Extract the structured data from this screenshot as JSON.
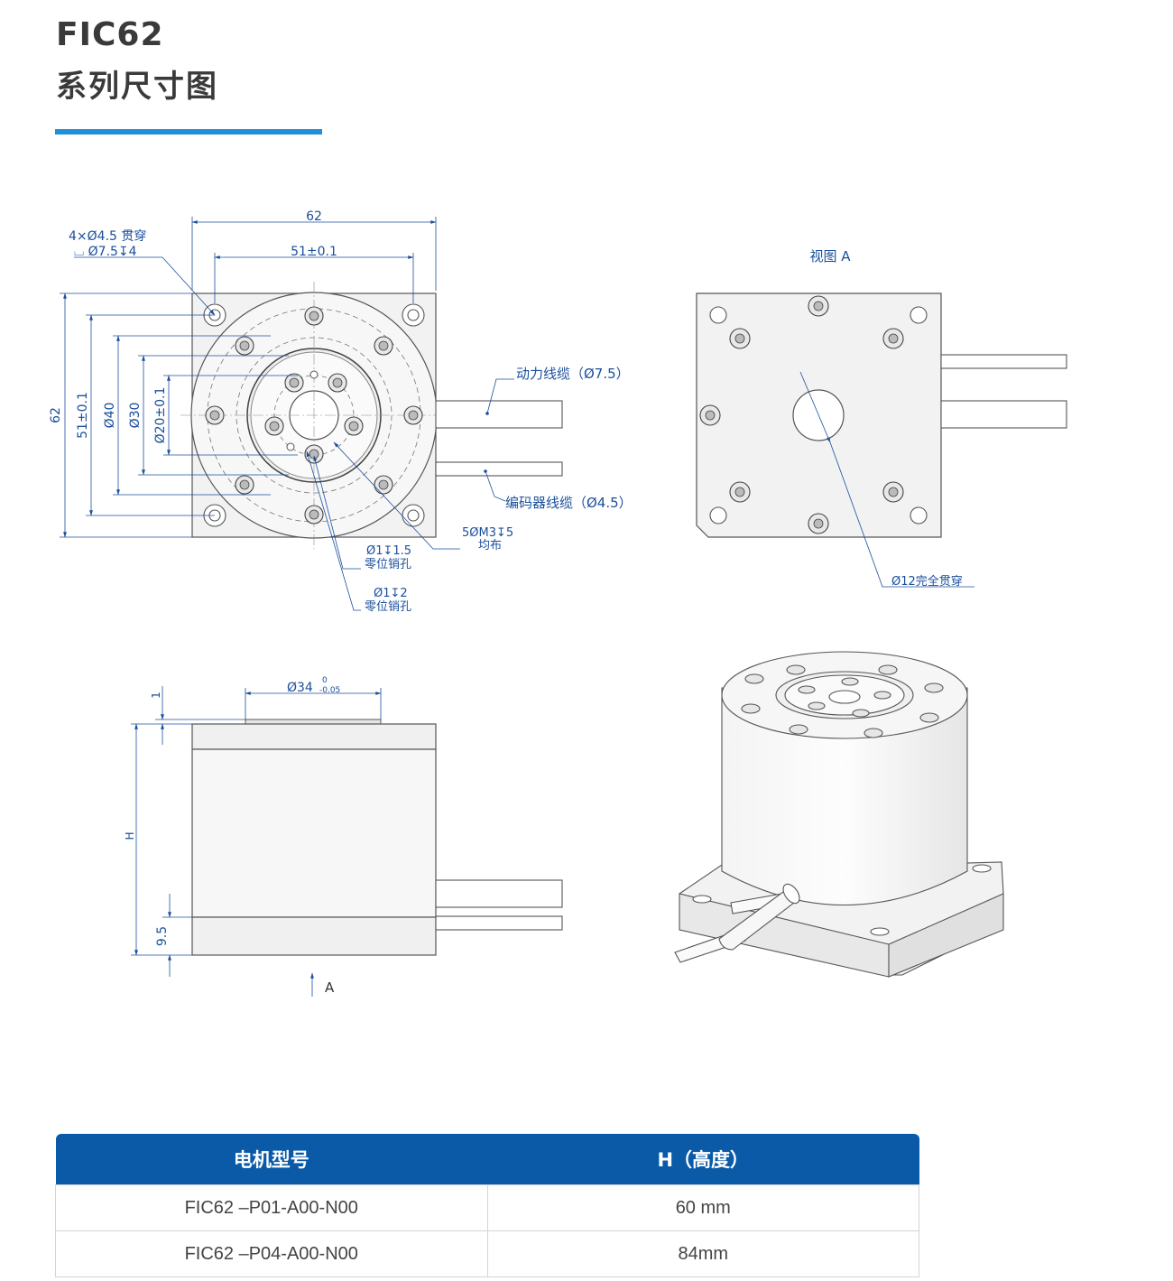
{
  "header": {
    "title": "FIC62",
    "subtitle": "系列尺寸图"
  },
  "colors": {
    "accent": "#1f8fd6",
    "dim": "#1b4f9c",
    "header_bg": "#0a5aa8"
  },
  "top_view": {
    "width_overall": "62",
    "width_holes": "51±0.1",
    "mount_hole_note_1": "4×Ø4.5 贯穿",
    "mount_hole_note_2": "⌴ Ø7.5↧4",
    "height_overall": "62",
    "height_holes": "51±0.1",
    "dia_40": "Ø40",
    "dia_30": "Ø30",
    "dia_20": "Ø20±0.1",
    "power_cable": "动力线缆（Ø7.5）",
    "encoder_cable": "编码器线缆（Ø4.5）",
    "thread_note_1": "5ØM3↧5",
    "thread_note_2": "均布",
    "pin1_note_1": "Ø1↧1.5",
    "pin1_note_2": "零位销孔",
    "pin2_note_1": "Ø1↧2",
    "pin2_note_2": "零位销孔"
  },
  "view_a": {
    "title": "视图 A",
    "through_hole": "Ø12完全贯穿"
  },
  "side_view": {
    "flange_dia": "Ø34",
    "tol_upper": "0",
    "tol_lower": "-0.05",
    "top_height": "1",
    "body_height": "H",
    "base_height": "9.5",
    "view_arrow": "A"
  },
  "table": {
    "headers": [
      "电机型号",
      "H（高度）"
    ],
    "rows": [
      [
        "FIC62 –P01-A00-N00",
        "60 mm"
      ],
      [
        "FIC62 –P04-A00-N00",
        "84mm"
      ]
    ]
  }
}
